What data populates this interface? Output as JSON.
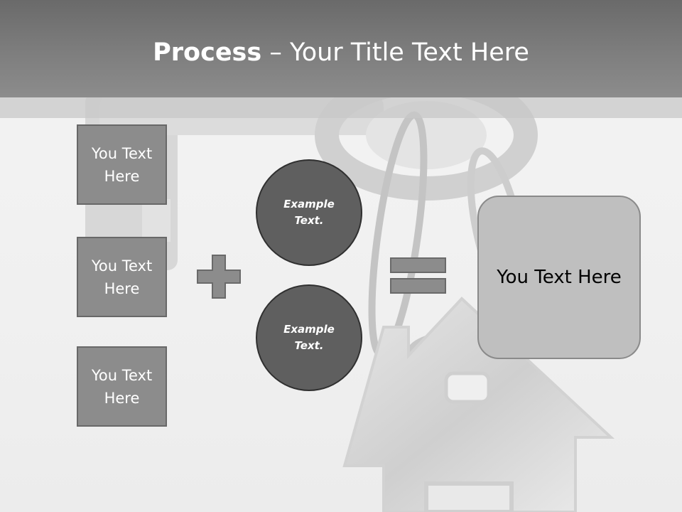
{
  "title": {
    "bold": "Process",
    "dash": " – ",
    "rest": "Your Title Text Here"
  },
  "left_boxes": [
    {
      "label": "You Text Here"
    },
    {
      "label": "You Text Here"
    },
    {
      "label": "You Text Here"
    }
  ],
  "circles": [
    {
      "label": "Example Text."
    },
    {
      "label": "Example Text."
    }
  ],
  "result": {
    "label": "You Text Here"
  },
  "icons": {
    "plus": "plus-icon",
    "equals": "equals-icon"
  },
  "colors": {
    "title_bar": "#7a7a7a",
    "box_fill": "#8c8c8c",
    "circle_fill": "#5f5f5f",
    "result_fill": "#bfbfbf"
  }
}
